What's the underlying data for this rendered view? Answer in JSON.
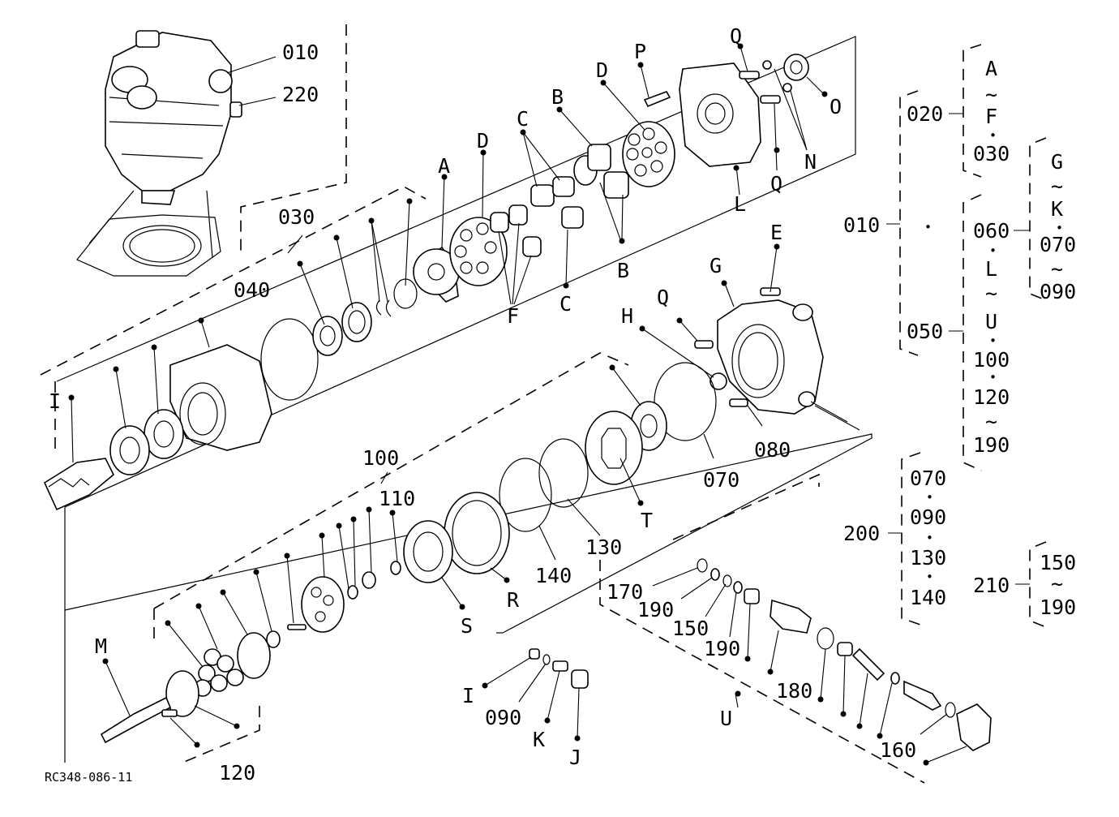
{
  "diagram_id": "RC348-086-11",
  "callouts": {
    "010": "010",
    "220": "220",
    "030": "030",
    "040": "040",
    "A": "A",
    "D1": "D",
    "C1": "C",
    "B1": "B",
    "D2": "D",
    "P": "P",
    "Q1": "Q",
    "O": "O",
    "N": "N",
    "Q2": "Q",
    "L": "L",
    "F": "F",
    "C2": "C",
    "B2": "B",
    "E": "E",
    "G": "G",
    "Q3": "Q",
    "H": "H",
    "I1": "I",
    "080": "080",
    "070": "070",
    "100": "100",
    "110": "110",
    "T": "T",
    "130": "130",
    "140": "140",
    "R": "R",
    "S": "S",
    "M": "M",
    "120": "120",
    "170": "170",
    "190a": "190",
    "150": "150",
    "190b": "190",
    "180": "180",
    "U": "U",
    "160": "160",
    "I2": "I",
    "090": "090",
    "K": "K",
    "J": "J"
  },
  "legend": {
    "g020": {
      "code": "020",
      "range_top": "A",
      "range_bottom": "F",
      "extra": "030"
    },
    "g010": {
      "code": "010"
    },
    "g050": {
      "code": "050",
      "items": [
        "060",
        "L",
        "U",
        "100",
        "120",
        "190"
      ]
    },
    "gG": {
      "range_top": "G",
      "range_mid": "K",
      "range_from": "070",
      "range_to": "090"
    },
    "g200": {
      "code": "200",
      "items": [
        "070",
        "090",
        "130",
        "140"
      ]
    },
    "g210": {
      "code": "210",
      "range_from": "150",
      "range_to": "190"
    },
    "tilde": "~",
    "dot": "•"
  }
}
